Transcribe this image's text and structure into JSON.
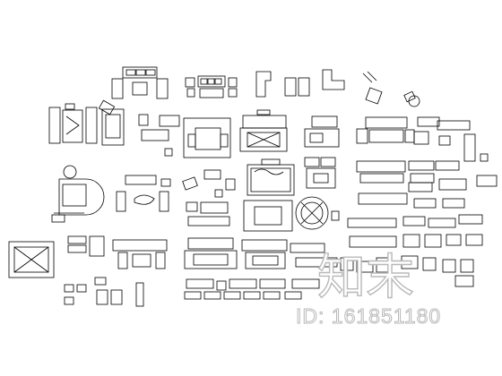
{
  "sheet": {
    "subject": "furniture-plan-blocks",
    "line_color": "#000000",
    "background": "#ffffff"
  },
  "watermark": {
    "logo_text": "知末",
    "id_text": "ID: 161851180",
    "color": "#b9b9b9"
  }
}
